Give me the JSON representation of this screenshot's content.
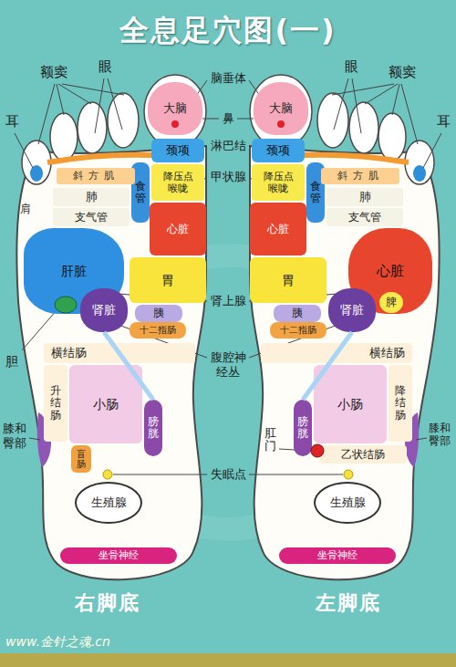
{
  "diagram": {
    "title": "全息足穴图(一)",
    "nodes": [
      {
        "text": [
          "大脑"
        ]
      },
      {
        "text": [
          "颈项"
        ]
      },
      {
        "text": [
          "食管"
        ]
      },
      {
        "text": [
          "降压点",
          "喉咙"
        ]
      },
      {
        "text": [
          "斜方肌"
        ]
      },
      {
        "text": [
          "肺"
        ]
      },
      {
        "text": [
          "支气管"
        ]
      },
      {
        "text": [
          "心脏"
        ]
      },
      {
        "text": [
          "肝脏"
        ]
      },
      {
        "text": [
          "胃"
        ]
      },
      {
        "text": [
          "肾脏"
        ]
      },
      {
        "text": [
          "胰"
        ]
      },
      {
        "text": [
          "十二指肠"
        ]
      },
      {
        "text": [
          "横结肠"
        ]
      },
      {
        "text": [
          "升结肠"
        ]
      },
      {
        "text": [
          "小肠"
        ]
      },
      {
        "text": [
          "膀胱"
        ]
      },
      {
        "text": [
          "盲肠"
        ]
      },
      {
        "text": [
          "生殖腺"
        ]
      },
      {
        "text": [
          "坐骨神经"
        ]
      },
      {
        "text": [
          "大脑"
        ]
      },
      {
        "text": [
          "颈项"
        ]
      },
      {
        "text": [
          "食管"
        ]
      },
      {
        "text": [
          "降压点",
          "喉咙"
        ]
      },
      {
        "text": [
          "斜方肌"
        ]
      },
      {
        "text": [
          "肺"
        ]
      },
      {
        "text": [
          "支气管"
        ]
      },
      {
        "text": [
          "心脏"
        ]
      },
      {
        "text": [
          "心脏"
        ]
      },
      {
        "text": [
          "脾"
        ],
        "in": 28
      },
      {
        "text": [
          "胃"
        ]
      },
      {
        "text": [
          "肾脏"
        ]
      },
      {
        "text": [
          "胰"
        ]
      },
      {
        "text": [
          "十二指肠"
        ]
      },
      {
        "text": [
          "横结肠"
        ]
      },
      {
        "text": [
          "降结肠"
        ]
      },
      {
        "text": [
          "小肠"
        ]
      },
      {
        "text": [
          "膀胱"
        ]
      },
      {
        "text": [
          "乙状结肠"
        ]
      },
      {
        "text": [
          "生殖腺"
        ]
      },
      {
        "text": [
          "坐骨神经"
        ]
      }
    ],
    "edges": [
      {
        "from": 10,
        "to": 16,
        "arrow": "none"
      },
      {
        "from": 31,
        "to": 37,
        "arrow": "none"
      }
    ],
    "labels": [
      "额窦",
      "眼",
      "耳",
      "肩",
      "胆",
      "膝和臀部",
      "脑垂体",
      "鼻",
      "淋巴结",
      "甲状腺",
      "肾上腺",
      "腹腔神经丛",
      "肛门",
      "失眠点",
      "眼",
      "额窦",
      "耳",
      "膝和臀部",
      "右脚底",
      "左脚底",
      "www.金针之魂.cn"
    ]
  }
}
